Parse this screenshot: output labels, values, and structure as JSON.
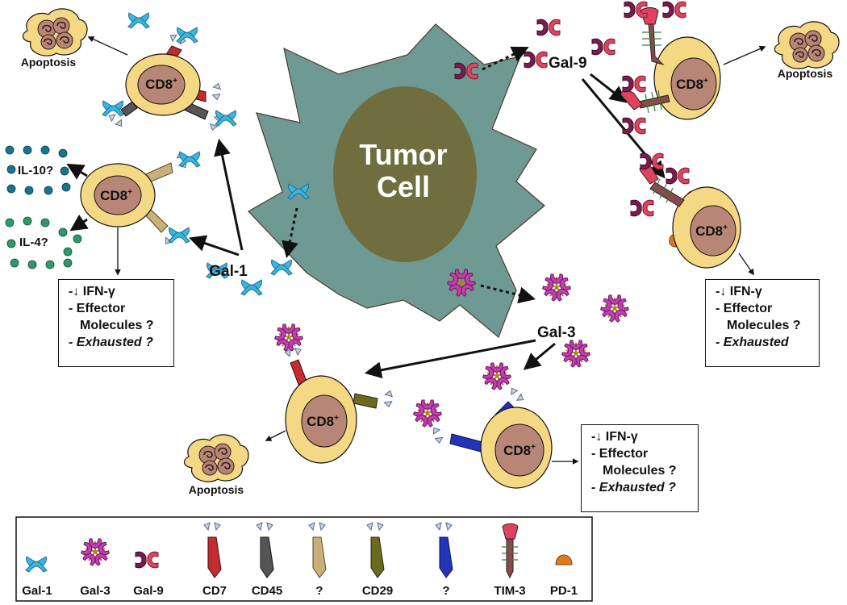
{
  "tumor": {
    "line1": "Tumor",
    "line2": "Cell"
  },
  "cd8": {
    "label": "CD8",
    "sup": "+"
  },
  "galectins": {
    "gal1": "Gal-1",
    "gal3": "Gal-3",
    "gal9": "Gal-9"
  },
  "apoptosis": "Apoptosis",
  "cytokines": {
    "il10": "IL-10?",
    "il4": "IL-4?"
  },
  "outcome_boxes": {
    "gal1": {
      "ifn": "IFN-γ",
      "effector1": "- Effector",
      "effector2": "Molecules ?",
      "exhausted": "- Exhausted ?"
    },
    "gal9": {
      "ifn": "IFN-γ",
      "effector1": "- Effector",
      "effector2": "Molecules ?",
      "exhausted": "- Exhausted"
    },
    "gal3": {
      "ifn": "IFN-γ",
      "effector1": "- Effector",
      "effector2": "Molecules ?",
      "exhausted": "- Exhausted ?"
    }
  },
  "legend": {
    "items": [
      {
        "label": "Gal-1"
      },
      {
        "label": "Gal-3"
      },
      {
        "label": "Gal-9"
      },
      {
        "label": "CD7"
      },
      {
        "label": "CD45"
      },
      {
        "label": "?"
      },
      {
        "label": "CD29"
      },
      {
        "label": "?"
      },
      {
        "label": "TIM-3"
      },
      {
        "label": "PD-1"
      }
    ]
  },
  "colors": {
    "tumor_fill": "#6f9a93",
    "nucleus_fill": "#706d3e",
    "cell_outer": "#f4d883",
    "cell_inner": "#b88676",
    "gal1": "#39b7e2",
    "gal3": "#c33db0",
    "gal9_dark": "#7a1d4e",
    "gal9_light": "#e0435e",
    "cd7": "#c42b30",
    "cd45": "#555555",
    "unknown1": "#c9b07a",
    "cd29": "#6d6a1e",
    "unknown2": "#2434b6",
    "tim3": "#8a4a4a",
    "pd1": "#e07a22",
    "cytokine": "#17758f",
    "il4": "#2e9a6c"
  }
}
